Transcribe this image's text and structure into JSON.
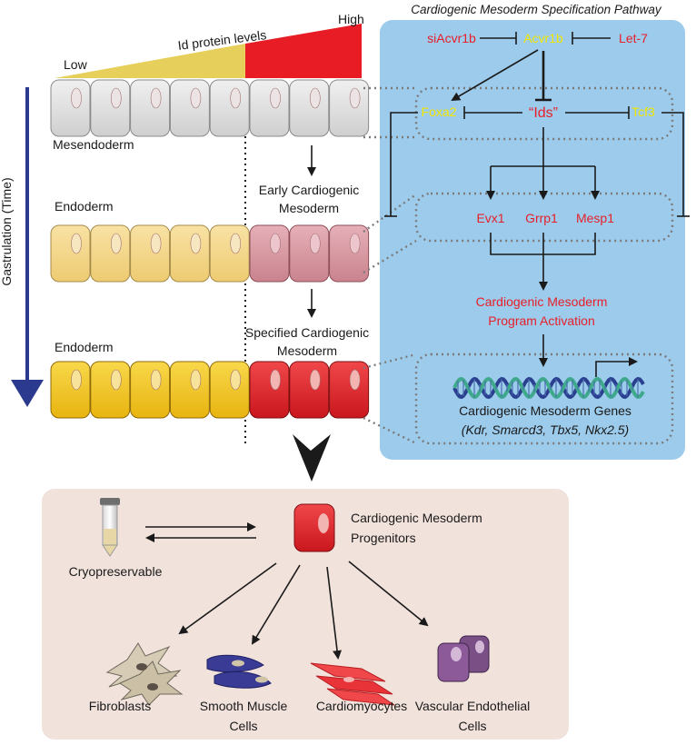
{
  "diagram": {
    "gradient": {
      "title": "Id protein levels",
      "low": "Low",
      "high": "High"
    },
    "time_axis": "Gastrulation (Time)",
    "rows": {
      "mesendoderm": "Mesendoderm",
      "endoderm_1": "Endoderm",
      "early_cardio_line1": "Early Cardiogenic",
      "early_cardio_line2": "Mesoderm",
      "endoderm_2": "Endoderm",
      "specified_line1": "Specified Cardiogenic",
      "specified_line2": "Mesoderm"
    },
    "pathway": {
      "title": "Cardiogenic Mesoderm Specification Pathway",
      "siacvr1b": "siAcvr1b",
      "acvr1b": "Acvr1b",
      "let7": "Let-7",
      "foxa2": "Foxa2",
      "ids": "“Ids”",
      "tcf3": "Tcf3",
      "evx1": "Evx1",
      "grrp1": "Grrp1",
      "mesp1": "Mesp1",
      "activation_line1": "Cardiogenic Mesoderm",
      "activation_line2": "Program Activation",
      "genes_line1": "Cardiogenic Mesoderm Genes",
      "genes_line2": "(Kdr, Smarcd3, Tbx5, Nkx2.5)"
    },
    "outcomes": {
      "cryo": "Cryopreservable",
      "progenitors_line1": "Cardiogenic Mesoderm",
      "progenitors_line2": "Progenitors",
      "fibroblasts": "Fibroblasts",
      "smooth_line1": "Smooth Muscle",
      "smooth_line2": "Cells",
      "cardiomyocytes": "Cardiomyocytes",
      "vascular_line1": "Vascular Endothelial",
      "vascular_line2": "Cells"
    },
    "colors": {
      "panel_blue": "#9ccbec",
      "bottom_panel": "#f2e2dc",
      "grey_cell": "#dcdcdc",
      "pale_yellow_cell": "#f5d98a",
      "pink_cell": "#d99aa4",
      "yellow_cell": "#f2c31a",
      "red_cell": "#e3262c",
      "gradient_yellow": "#e6cf5a",
      "gradient_red": "#e81c24",
      "arrow_blue": "#2b3a8f",
      "label_red": "#e8202a",
      "label_yellow": "#f2e600"
    }
  }
}
